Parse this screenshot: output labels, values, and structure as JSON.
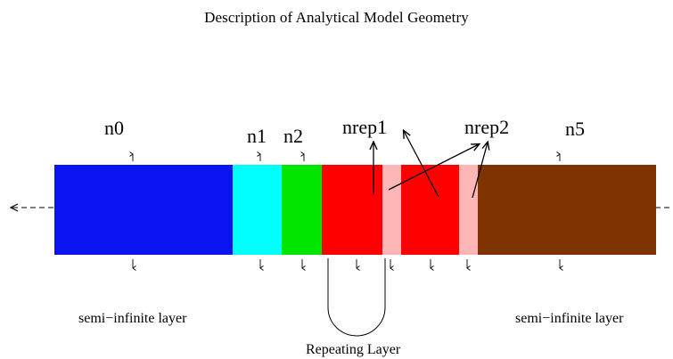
{
  "title": "Description of Analytical Model Geometry",
  "layers": [
    {
      "id": "n0",
      "label": "n0",
      "color": "#0a14f0"
    },
    {
      "id": "n1",
      "label": "n1",
      "color": "#00ffff"
    },
    {
      "id": "n2",
      "label": "n2",
      "color": "#00e600"
    },
    {
      "id": "rep1-a",
      "label": "",
      "color": "#ff0000"
    },
    {
      "id": "rep1-b",
      "label": "",
      "color": "#ffb6b6"
    },
    {
      "id": "rep2-a",
      "label": "",
      "color": "#ff0000"
    },
    {
      "id": "rep2-b",
      "label": "",
      "color": "#ffb6b6"
    },
    {
      "id": "n5",
      "label": "n5",
      "color": "#7e3300"
    }
  ],
  "repeat_labels": {
    "nrep1": "nrep1",
    "nrep2": "nrep2"
  },
  "annotations": {
    "left_semi_infinite": "semi−infinite layer",
    "right_semi_infinite": "semi−infinite layer",
    "repeating_layer": "Repeating Layer"
  }
}
